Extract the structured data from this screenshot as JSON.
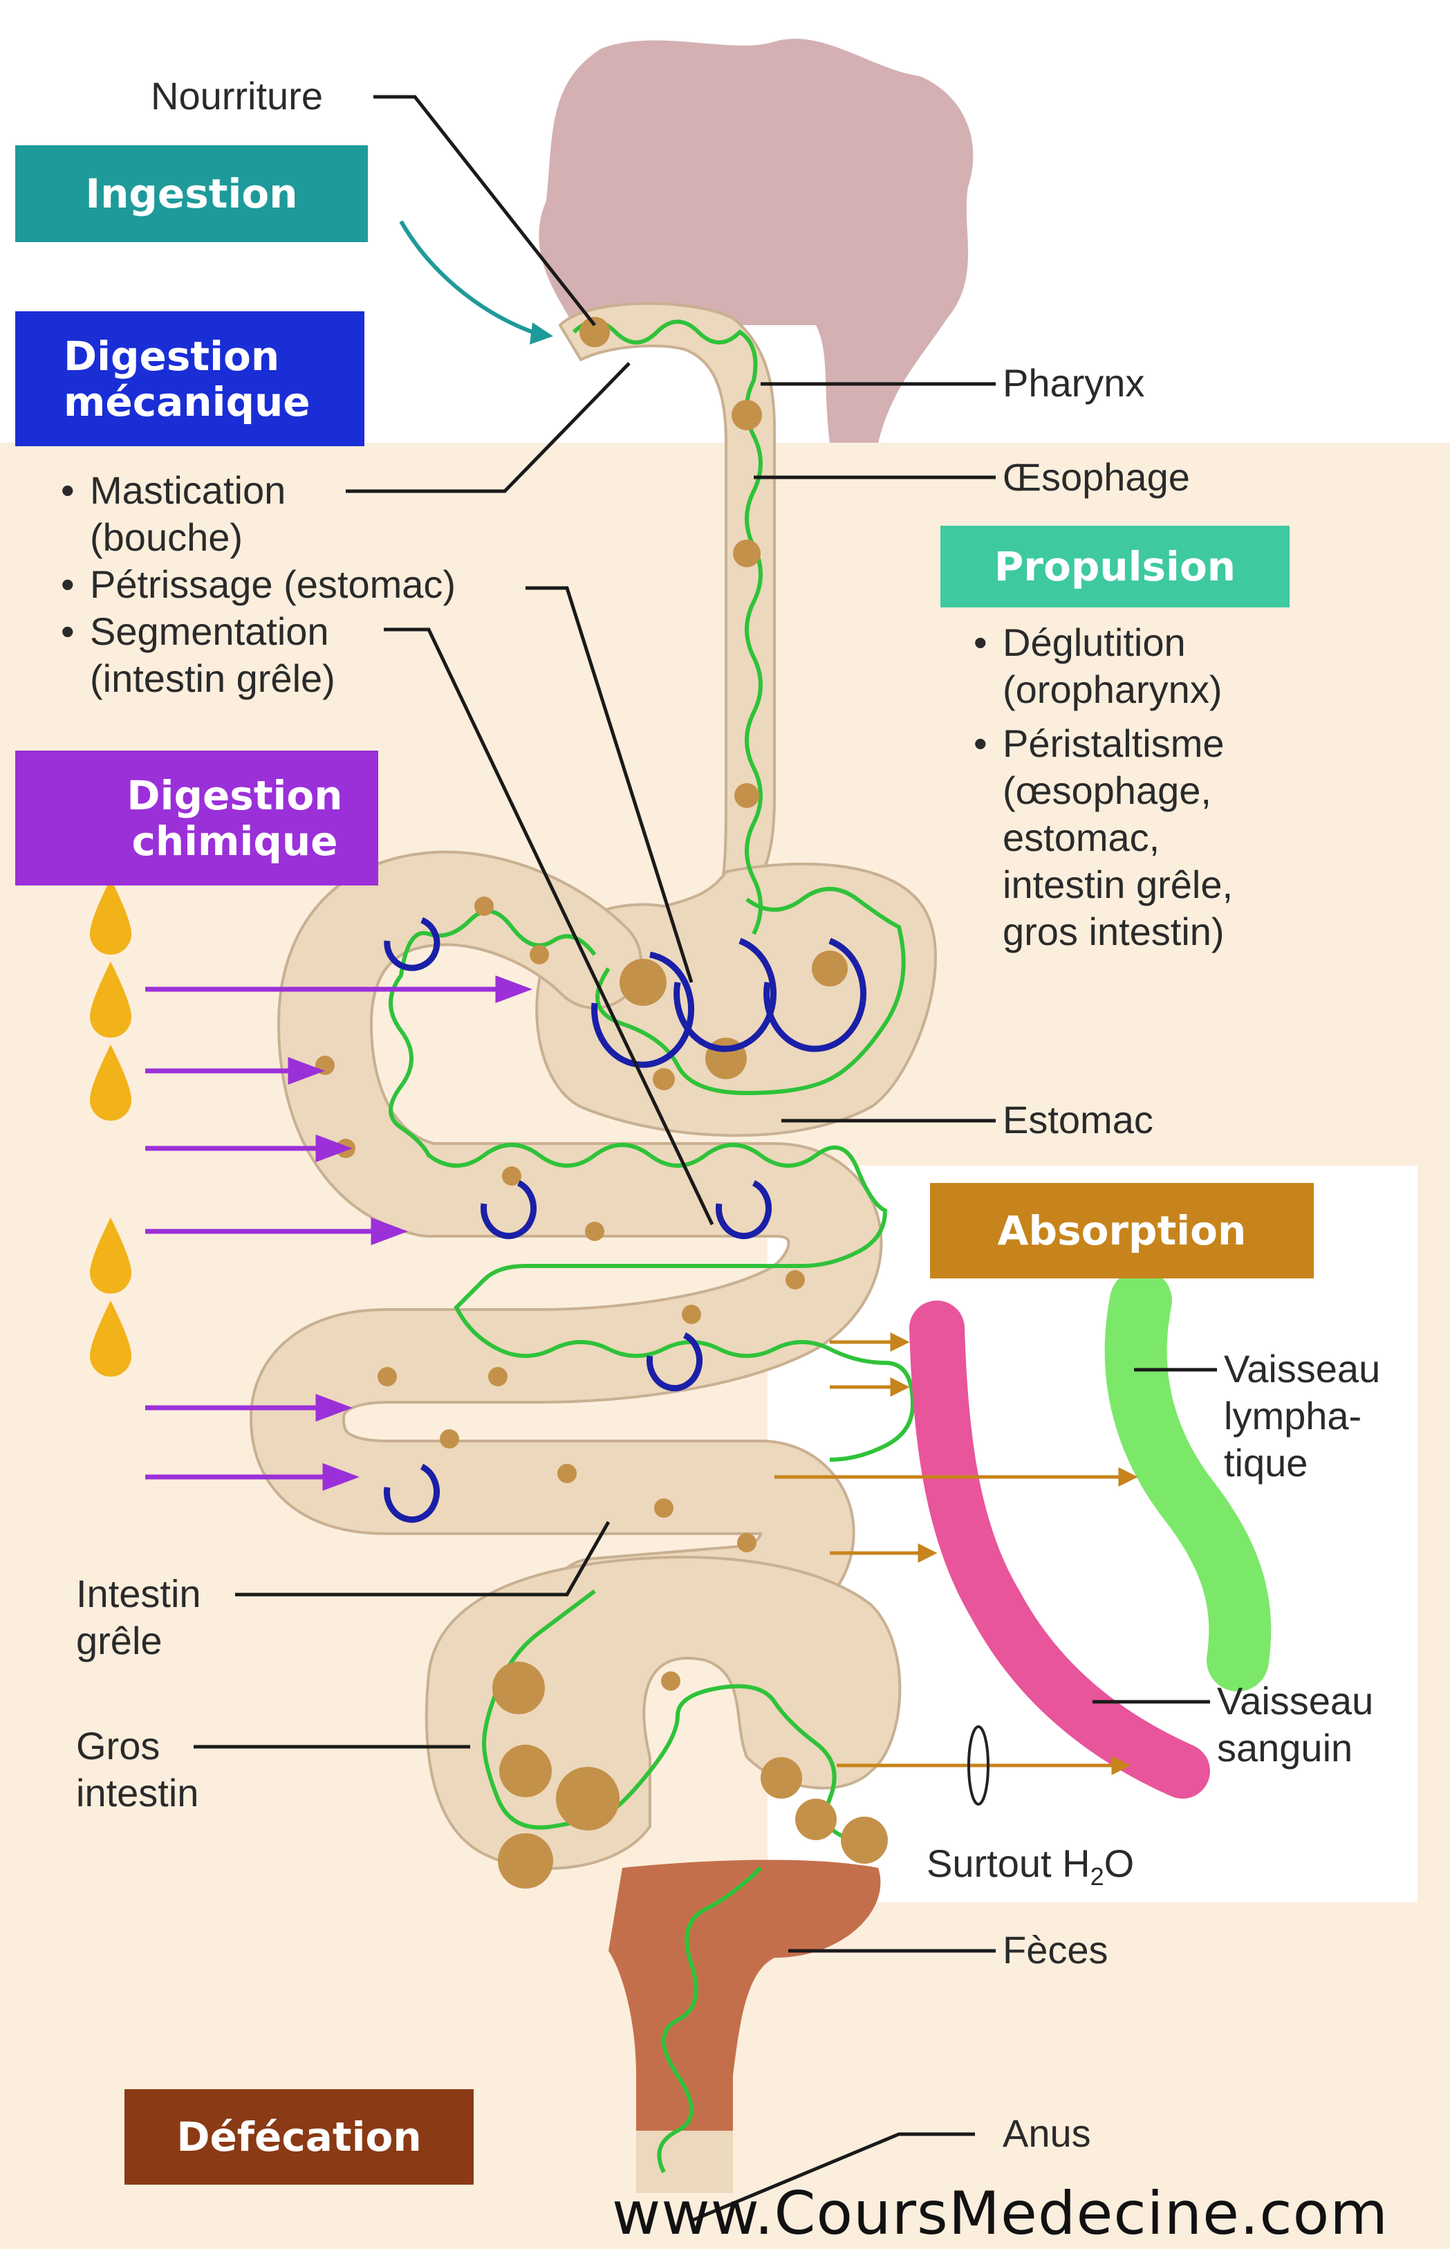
{
  "stages": {
    "ingestion": "Ingestion",
    "digestion_mecanique": "Digestion\nmécanique",
    "digestion_chimique": "Digestion\nchimique",
    "propulsion": "Propulsion",
    "absorption": "Absorption",
    "defecation": "Défécation"
  },
  "mechanical_items": [
    "Mastication\n(bouche)",
    "Pétrissage (estomac)",
    "Segmentation\n(intestin grêle)"
  ],
  "propulsion_items": [
    "Déglutition\n(oropharynx)",
    "Péristaltisme\n(œsophage,\nestomac,\nintestin grêle,\ngros intestin)"
  ],
  "labels": {
    "nourriture": "Nourriture",
    "pharynx": "Pharynx",
    "oesophage": "Œsophage",
    "estomac": "Estomac",
    "vaisseau_lymphatique": "Vaisseau\nlympha-\ntique",
    "vaisseau_sanguin": "Vaisseau\nsanguin",
    "surtout_h2o": "Surtout H",
    "h2o_sub": "2",
    "h2o_o": "O",
    "intestin_grele": "Intestin\ngrêle",
    "gros_intestin": "Gros\nintestin",
    "feces": "Fèces",
    "anus": "Anus"
  },
  "watermark": "www.CoursMedecine.com",
  "colors": {
    "ingestion": "#1f9a9a",
    "digestion_mecanique": "#1a2ed6",
    "digestion_chimique": "#9b30d9",
    "propulsion": "#3ec9a0",
    "absorption": "#c7841c",
    "defecation": "#8a3a14",
    "background_body": "#fbeedd",
    "head": "#d4b0b3",
    "tract": "#ecd8bc",
    "tract_edge": "#c9b092",
    "wave": "#2fc23a",
    "enzyme": "#f2b21a",
    "enzyme_arrow": "#9b30d9",
    "segmentation_arrow": "#1a1fa8",
    "blood_vessel": "#e8559b",
    "lymph_vessel": "#7ce86a",
    "absorption_arrow": "#c7841c",
    "feces": "#c46f4b",
    "food": "#c4914a"
  }
}
